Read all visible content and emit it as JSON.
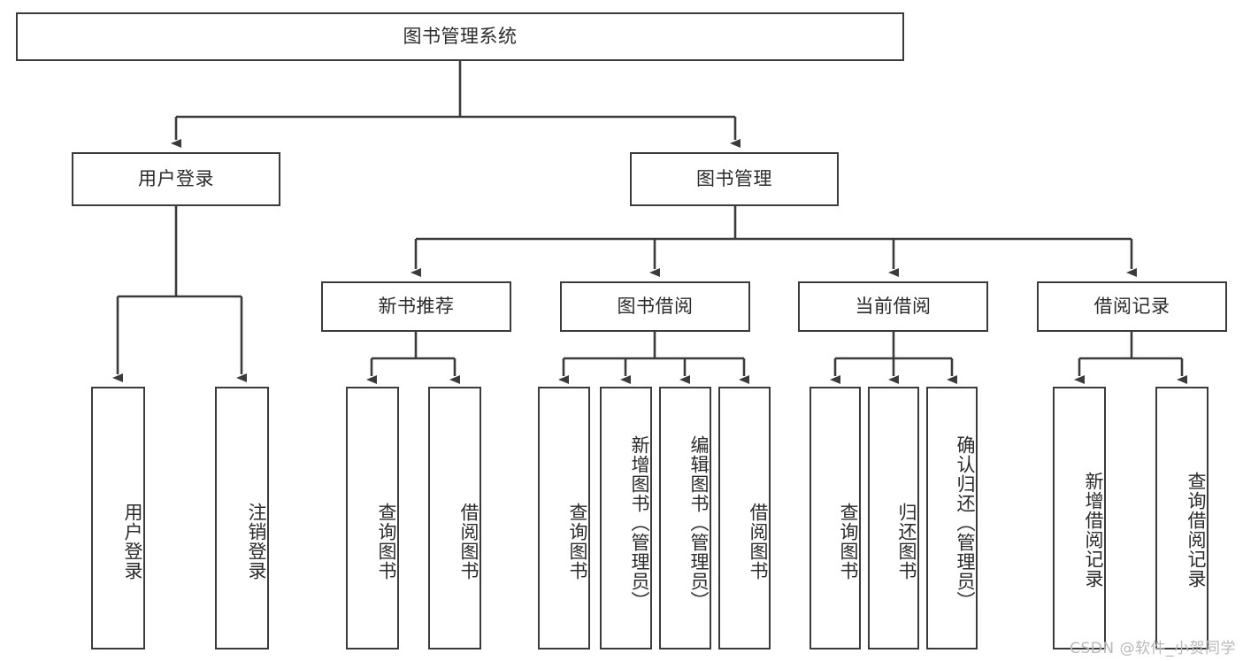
{
  "diagram": {
    "type": "tree",
    "title": "图书管理系统",
    "root": {
      "label": "图书管理系统"
    },
    "level2": [
      {
        "label": "用户登录"
      },
      {
        "label": "图书管理"
      }
    ],
    "level3": [
      {
        "label": "新书推荐"
      },
      {
        "label": "图书借阅"
      },
      {
        "label": "当前借阅"
      },
      {
        "label": "借阅记录"
      }
    ],
    "leaves": {
      "user_login": [
        {
          "label": "用户登录"
        },
        {
          "label": "注销登录"
        }
      ],
      "new_book_recommend": [
        {
          "label": "查询图书"
        },
        {
          "label": "借阅图书"
        }
      ],
      "book_borrow": [
        {
          "label": "查询图书"
        },
        {
          "label": "新增图书（管理员）"
        },
        {
          "label": "编辑图书（管理员）"
        },
        {
          "label": "借阅图书"
        }
      ],
      "current_borrow": [
        {
          "label": "查询图书"
        },
        {
          "label": "归还图书"
        },
        {
          "label": "确认归还（管理员）"
        }
      ],
      "borrow_record": [
        {
          "label": "新增借阅记录"
        },
        {
          "label": "查询借阅记录"
        }
      ]
    }
  },
  "watermark": {
    "text": "CSDN @软件_小贺同学"
  },
  "colors": {
    "stroke": "#3b3b3b",
    "background": "#ffffff",
    "text": "#2b2b2b",
    "watermark": "#b9b9b9"
  }
}
